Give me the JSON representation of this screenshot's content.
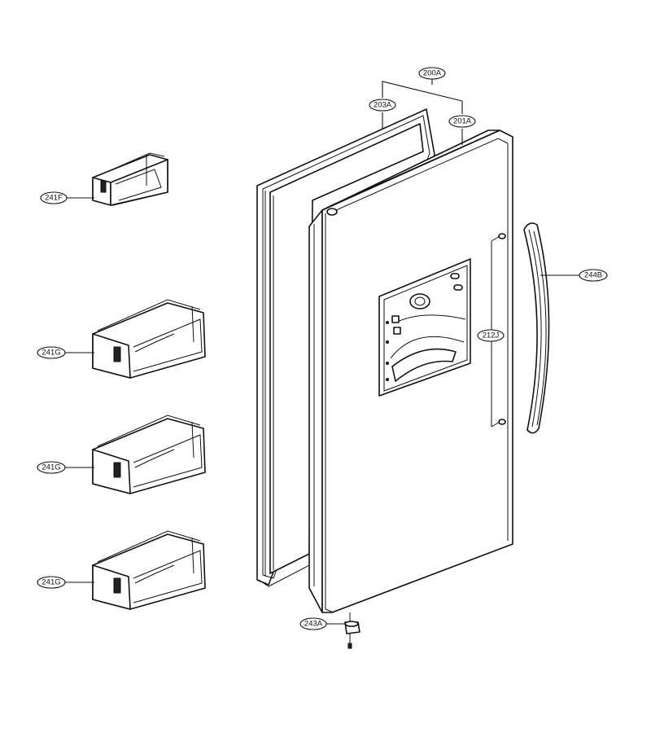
{
  "callouts": {
    "assembly": "200A",
    "gasket": "203A",
    "door": "201A",
    "handle": "244B",
    "trim": "212J",
    "small_basket": "241F",
    "basket_1": "241G",
    "basket_2": "241G",
    "basket_3": "241G",
    "hinge": "243A"
  }
}
